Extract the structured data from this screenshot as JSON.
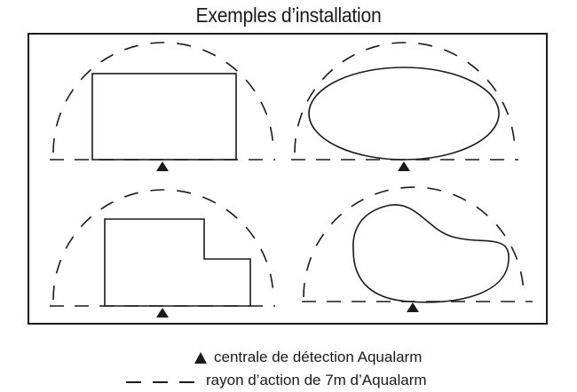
{
  "title": "Exemples d’installation",
  "diagram": {
    "examples": [
      {
        "pool_shape": "rectangle"
      },
      {
        "pool_shape": "ellipse"
      },
      {
        "pool_shape": "L-shape"
      },
      {
        "pool_shape": "free-form"
      }
    ],
    "colors": {
      "ink": "#1a1a1a",
      "background": "#ffffff"
    }
  },
  "legend": {
    "detector_label": "centrale de détection Aqualarm",
    "range_label": "rayon d’action de 7m d’Aqualarm",
    "detector_icon": "triangle-icon",
    "range_icon": "dashed-line-icon"
  }
}
